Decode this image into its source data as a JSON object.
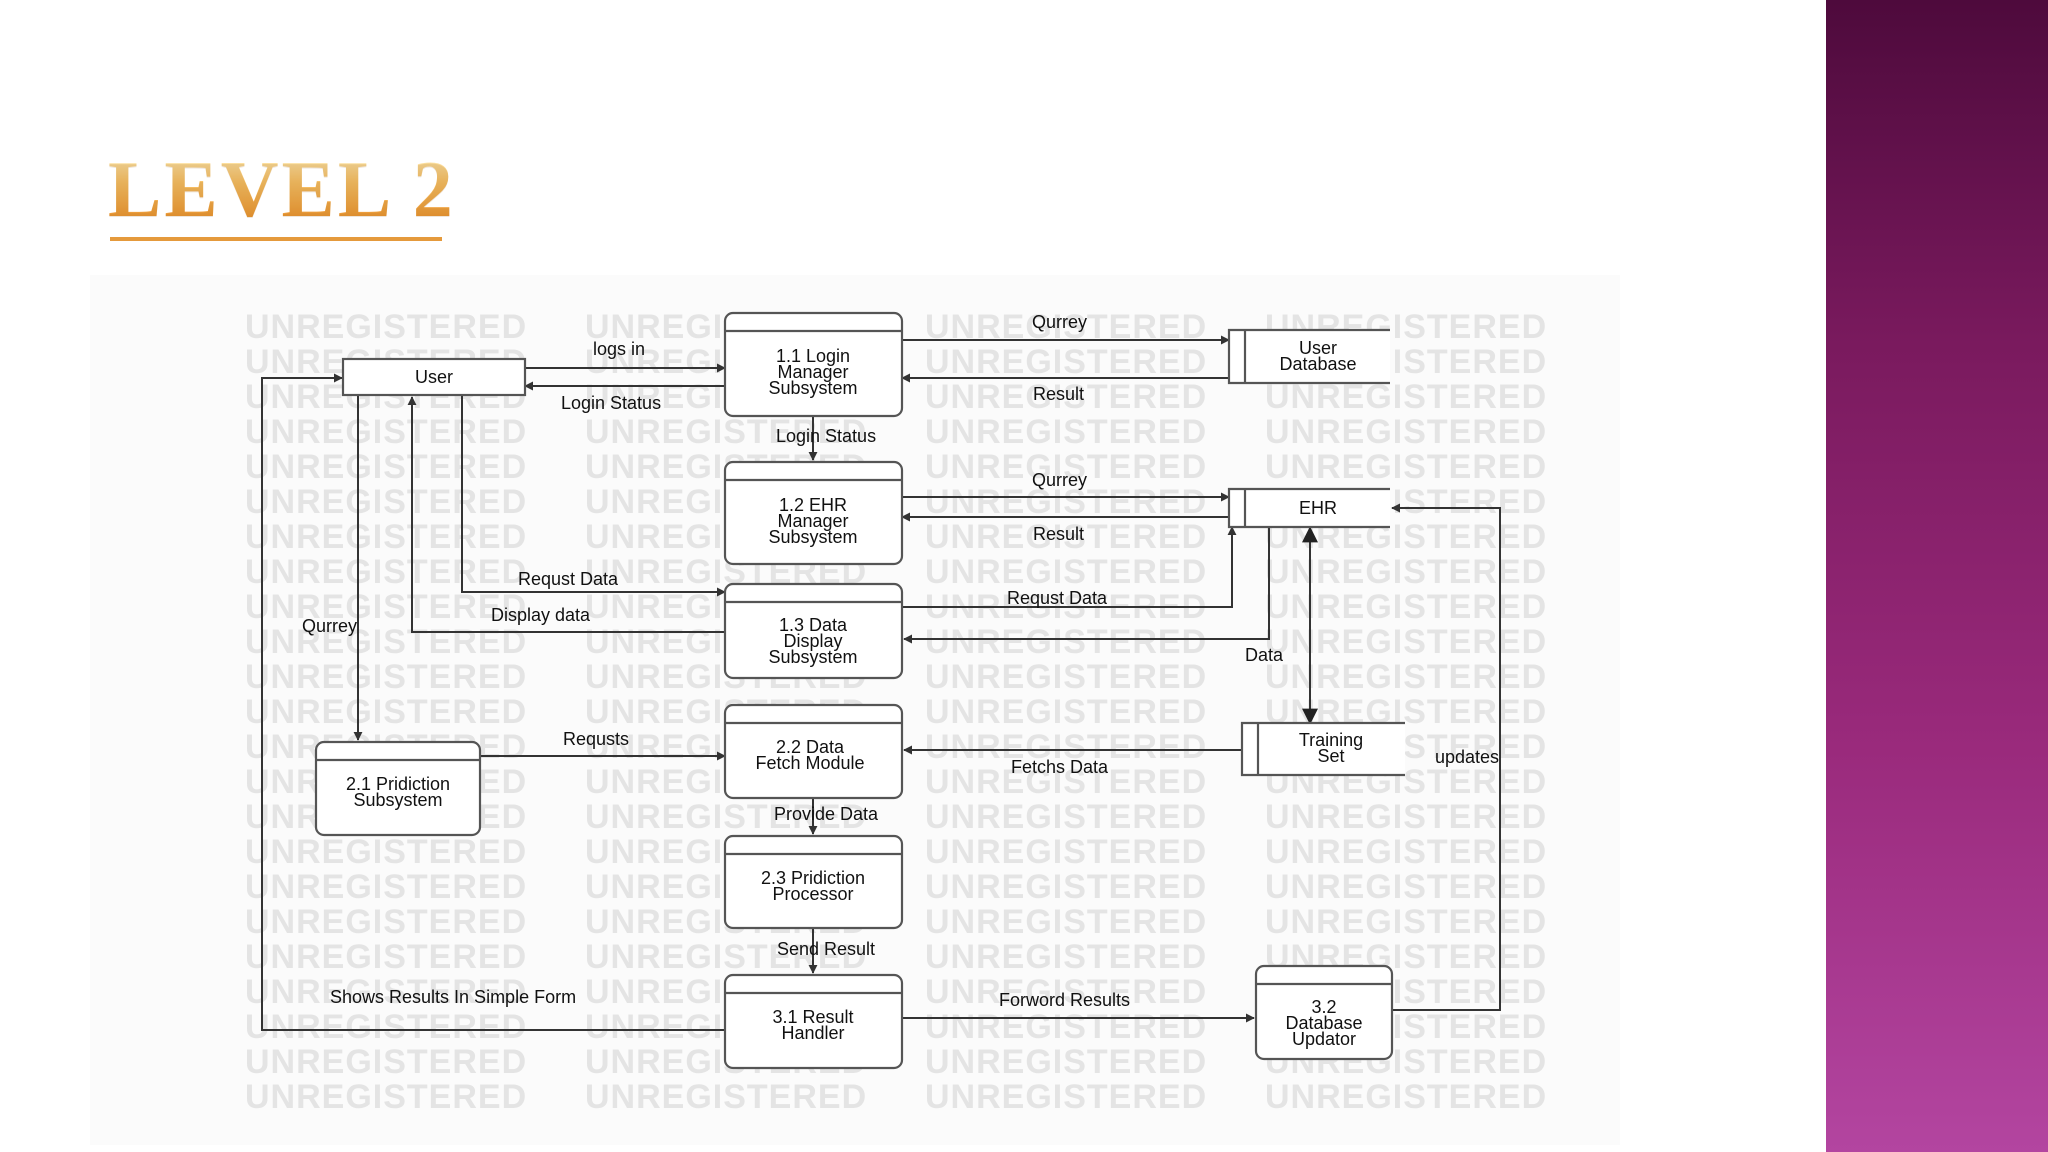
{
  "title": "LEVEL 2",
  "watermark": "UNREGISTERED",
  "colors": {
    "title": "#f0a640",
    "side_band_top": "#4e0a3c",
    "side_band_bottom": "#b345a0",
    "watermark": "#e4e4e4",
    "line": "#333333"
  },
  "entities": {
    "user": "User"
  },
  "processes": {
    "p11": [
      "1.1 Login",
      "Manager",
      "Subsystem"
    ],
    "p12": [
      "1.2 EHR",
      "Manager",
      "Subsystem"
    ],
    "p13": [
      "1.3 Data",
      "Display",
      "Subsystem"
    ],
    "p21": [
      "2.1 Pridiction",
      "Subsystem"
    ],
    "p22": [
      "2.2 Data",
      "Fetch Module"
    ],
    "p23": [
      "2.3 Pridiction",
      "Processor"
    ],
    "p31": [
      "3.1 Result",
      "Handler"
    ],
    "p32": [
      "3.2",
      "Database",
      "Updator"
    ]
  },
  "stores": {
    "user_db": [
      "User",
      "Database"
    ],
    "ehr": [
      "EHR"
    ],
    "training": [
      "Training",
      "Set"
    ]
  },
  "flows": {
    "logs_in": "logs in",
    "login_status_user": "Login Status",
    "login_status_down": "Login Status",
    "qurrey_userdb": "Qurrey",
    "result_userdb": "Result",
    "qurrey_ehr": "Qurrey",
    "result_ehr": "Result",
    "requst_data_user": "Requst Data",
    "display_data": "Display data",
    "requst_data_ehr": "Requst Data",
    "data": "Data",
    "qurrey_user": "Qurrey",
    "requsts": "Requsts",
    "fetchs_data": "Fetchs Data",
    "updates": "updates",
    "provide_data": "Provide Data",
    "send_result": "Send Result",
    "shows_results": "Shows Results In Simple Form",
    "forword_results": "Forword Results"
  }
}
